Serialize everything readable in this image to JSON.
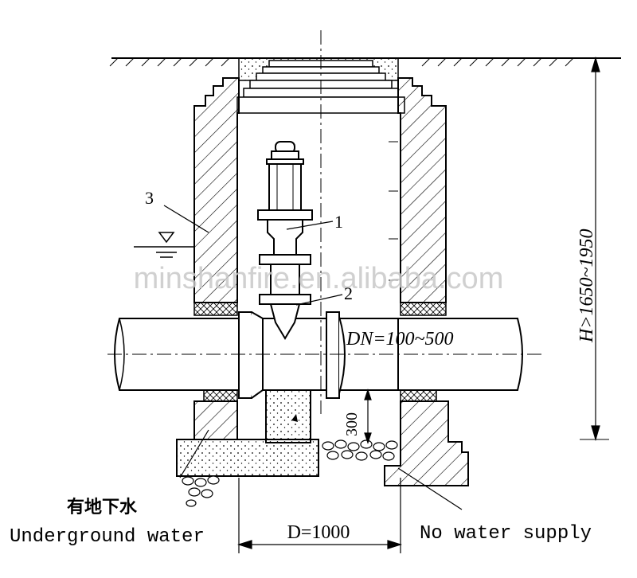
{
  "labels": {
    "part_1": "1",
    "part_2": "2",
    "part_3": "3",
    "pipe_dn": "DN=100~500",
    "height_h": "H>1650~1950",
    "base_300": "300",
    "width_d": "D=1000",
    "groundwater_cn": "有地下水",
    "groundwater_en": "Underground water",
    "no_water_supply": "No water supply",
    "watermark": "minshanfire.en.alibaba.com"
  },
  "colors": {
    "line": "#000000",
    "watermark": "#c8c8c8",
    "background": "#ffffff"
  }
}
